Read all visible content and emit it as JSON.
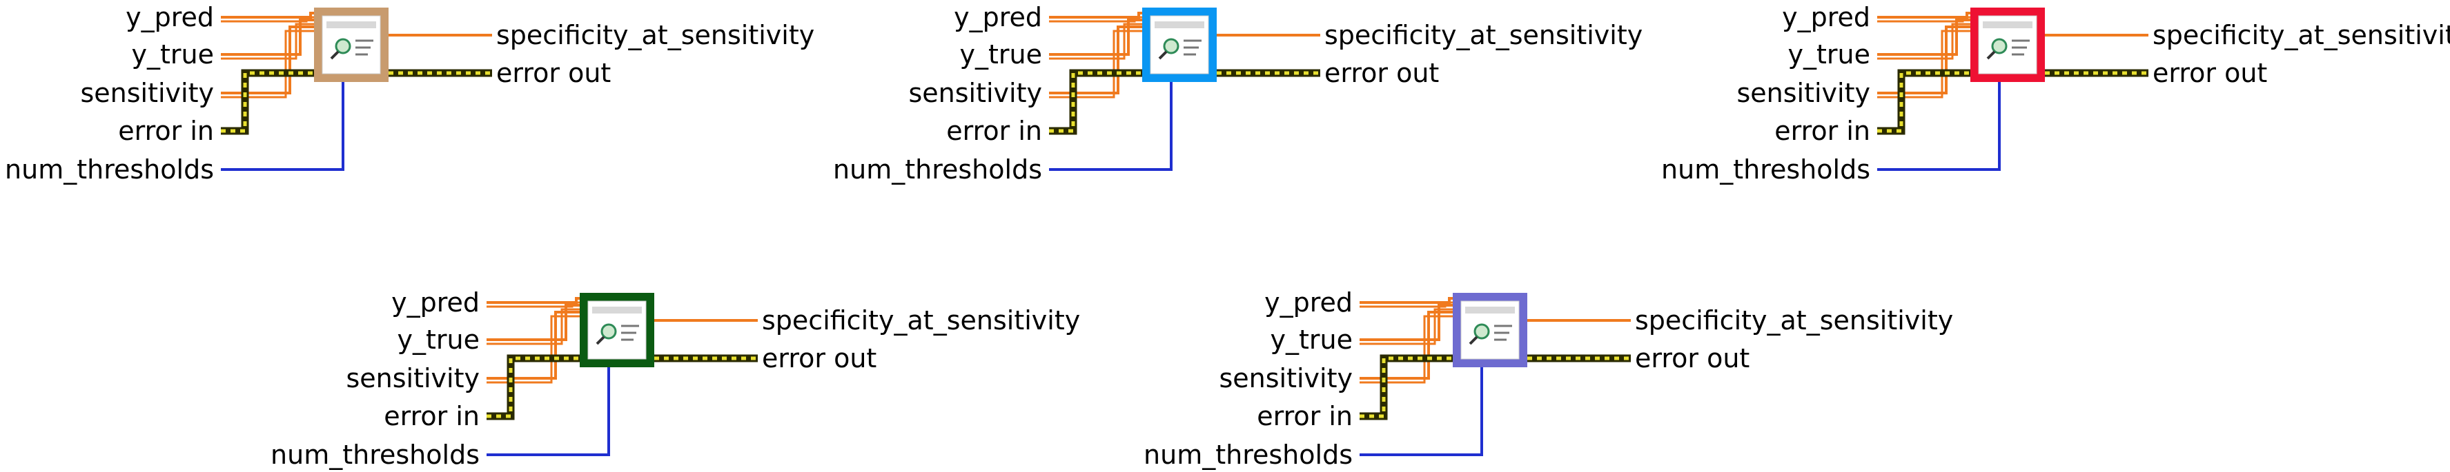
{
  "nodes": [
    {
      "id": "brown",
      "frame_color": "#C89B6E",
      "inputs": [
        "y_pred",
        "y_true",
        "sensitivity",
        "error in",
        "num_thresholds"
      ],
      "outputs": [
        "specificity_at_sensitivity",
        "error out"
      ]
    },
    {
      "id": "blue",
      "frame_color": "#0A96F2",
      "inputs": [
        "y_pred",
        "y_true",
        "sensitivity",
        "error in",
        "num_thresholds"
      ],
      "outputs": [
        "specificity_at_sensitivity",
        "error out"
      ]
    },
    {
      "id": "red",
      "frame_color": "#EE1133",
      "inputs": [
        "y_pred",
        "y_true",
        "sensitivity",
        "error in",
        "num_thresholds"
      ],
      "outputs": [
        "specificity_at_sensitivity",
        "error out"
      ]
    },
    {
      "id": "green",
      "frame_color": "#0B5B12",
      "inputs": [
        "y_pred",
        "y_true",
        "sensitivity",
        "error in",
        "num_thresholds"
      ],
      "outputs": [
        "specificity_at_sensitivity",
        "error out"
      ]
    },
    {
      "id": "purple",
      "frame_color": "#6E6BD0",
      "inputs": [
        "y_pred",
        "y_true",
        "sensitivity",
        "error in",
        "num_thresholds"
      ],
      "outputs": [
        "specificity_at_sensitivity",
        "error out"
      ]
    }
  ],
  "colors": {
    "tensor_wire": "#F07A1E",
    "int_wire": "#1F2FD0",
    "error_wire_dark": "#2A2A00",
    "error_wire_light": "#E8E030"
  },
  "icon": "magnifier-with-list-icon"
}
